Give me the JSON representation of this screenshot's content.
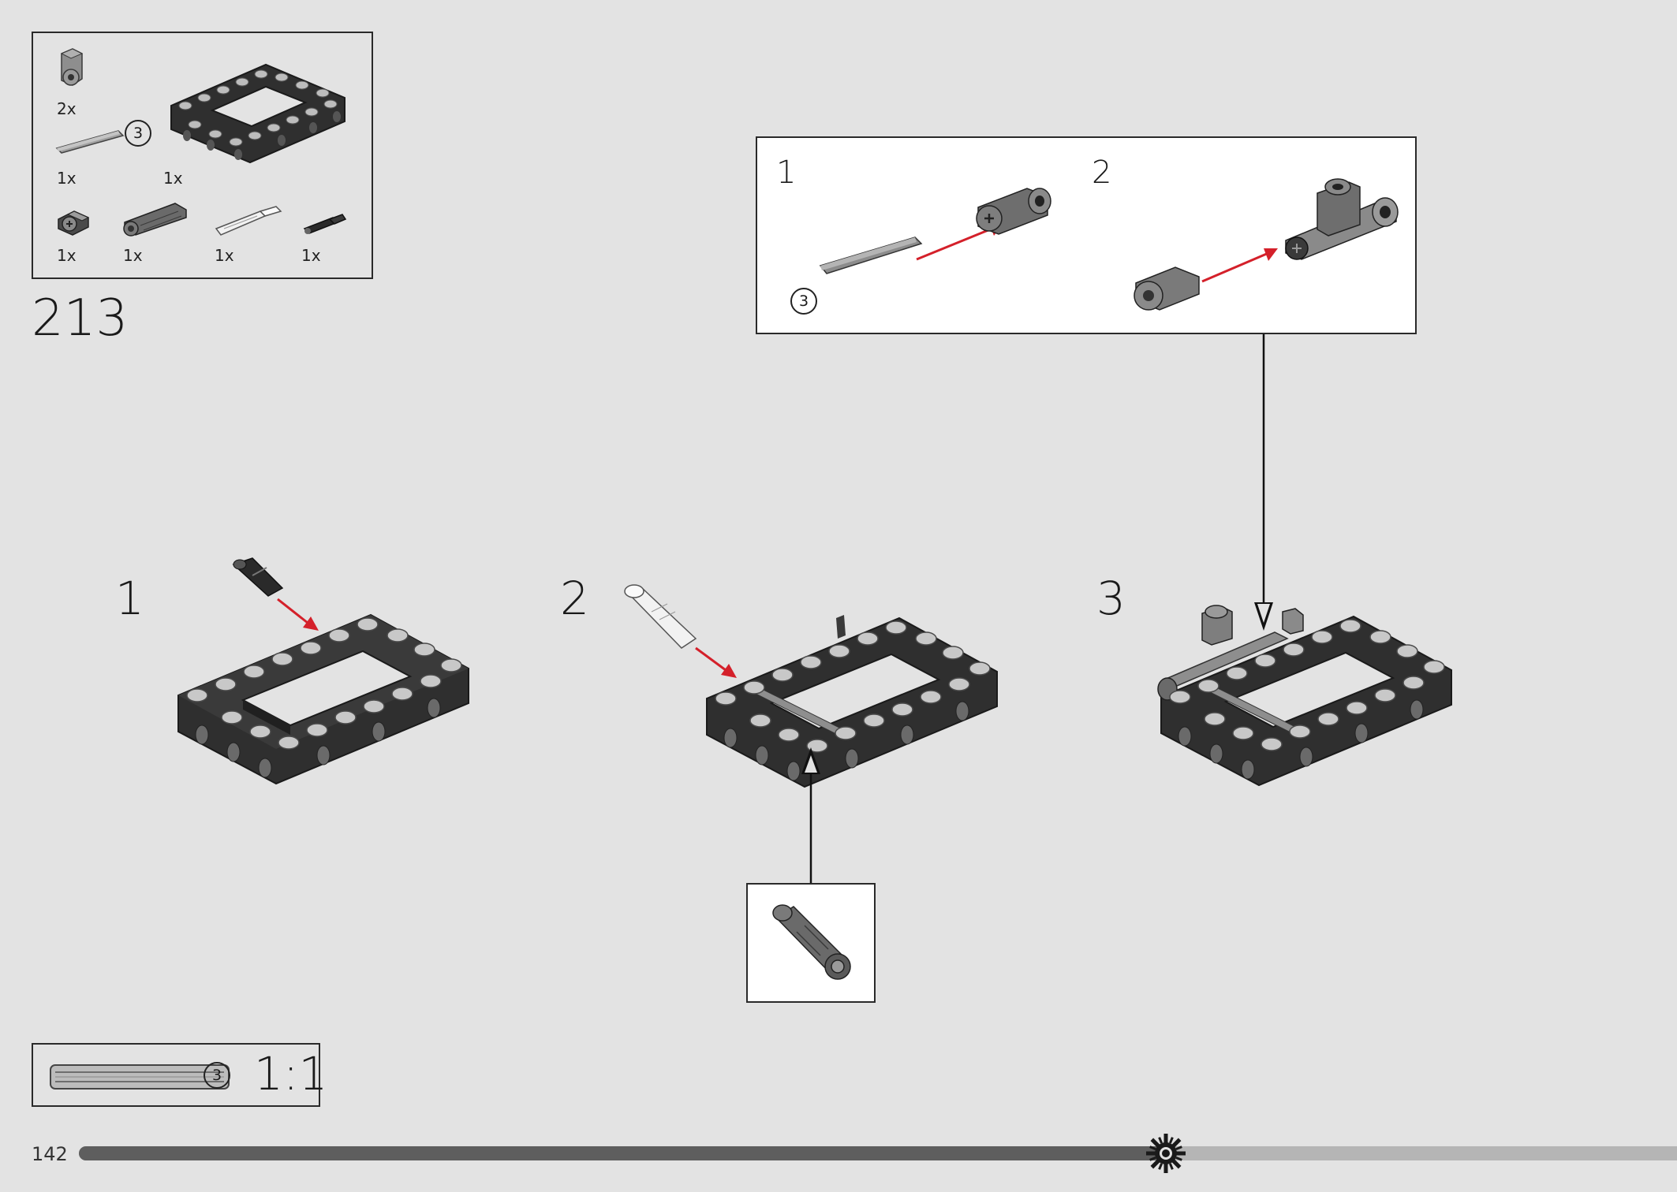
{
  "step_number": "213",
  "page_number": "142",
  "parts_list": {
    "items": [
      {
        "name": "axle-connector",
        "qty": "2x"
      },
      {
        "name": "axle-3",
        "qty": "1x",
        "length": "3"
      },
      {
        "name": "beam-frame",
        "qty": "1x"
      },
      {
        "name": "cross-block",
        "qty": "1x"
      },
      {
        "name": "pin-connector",
        "qty": "1x"
      },
      {
        "name": "axle-pin",
        "qty": "1x"
      },
      {
        "name": "friction-pin",
        "qty": "1x"
      }
    ]
  },
  "substeps": [
    {
      "label": "1"
    },
    {
      "label": "2"
    },
    {
      "label": "3"
    }
  ],
  "callout": {
    "steps": [
      {
        "label": "1",
        "axle_length": "3"
      },
      {
        "label": "2"
      }
    ]
  },
  "scale_ref": {
    "length": "3",
    "ratio": "1:1"
  },
  "progress": {
    "fraction": 0.68
  },
  "colors": {
    "background": "#e3e3e3",
    "part_dark": "#2e2e2e",
    "part_gray": "#8a8a8a",
    "arrow_red": "#d4202a",
    "progress_dark": "#5e5e5e",
    "progress_light": "#b5b5b5"
  }
}
